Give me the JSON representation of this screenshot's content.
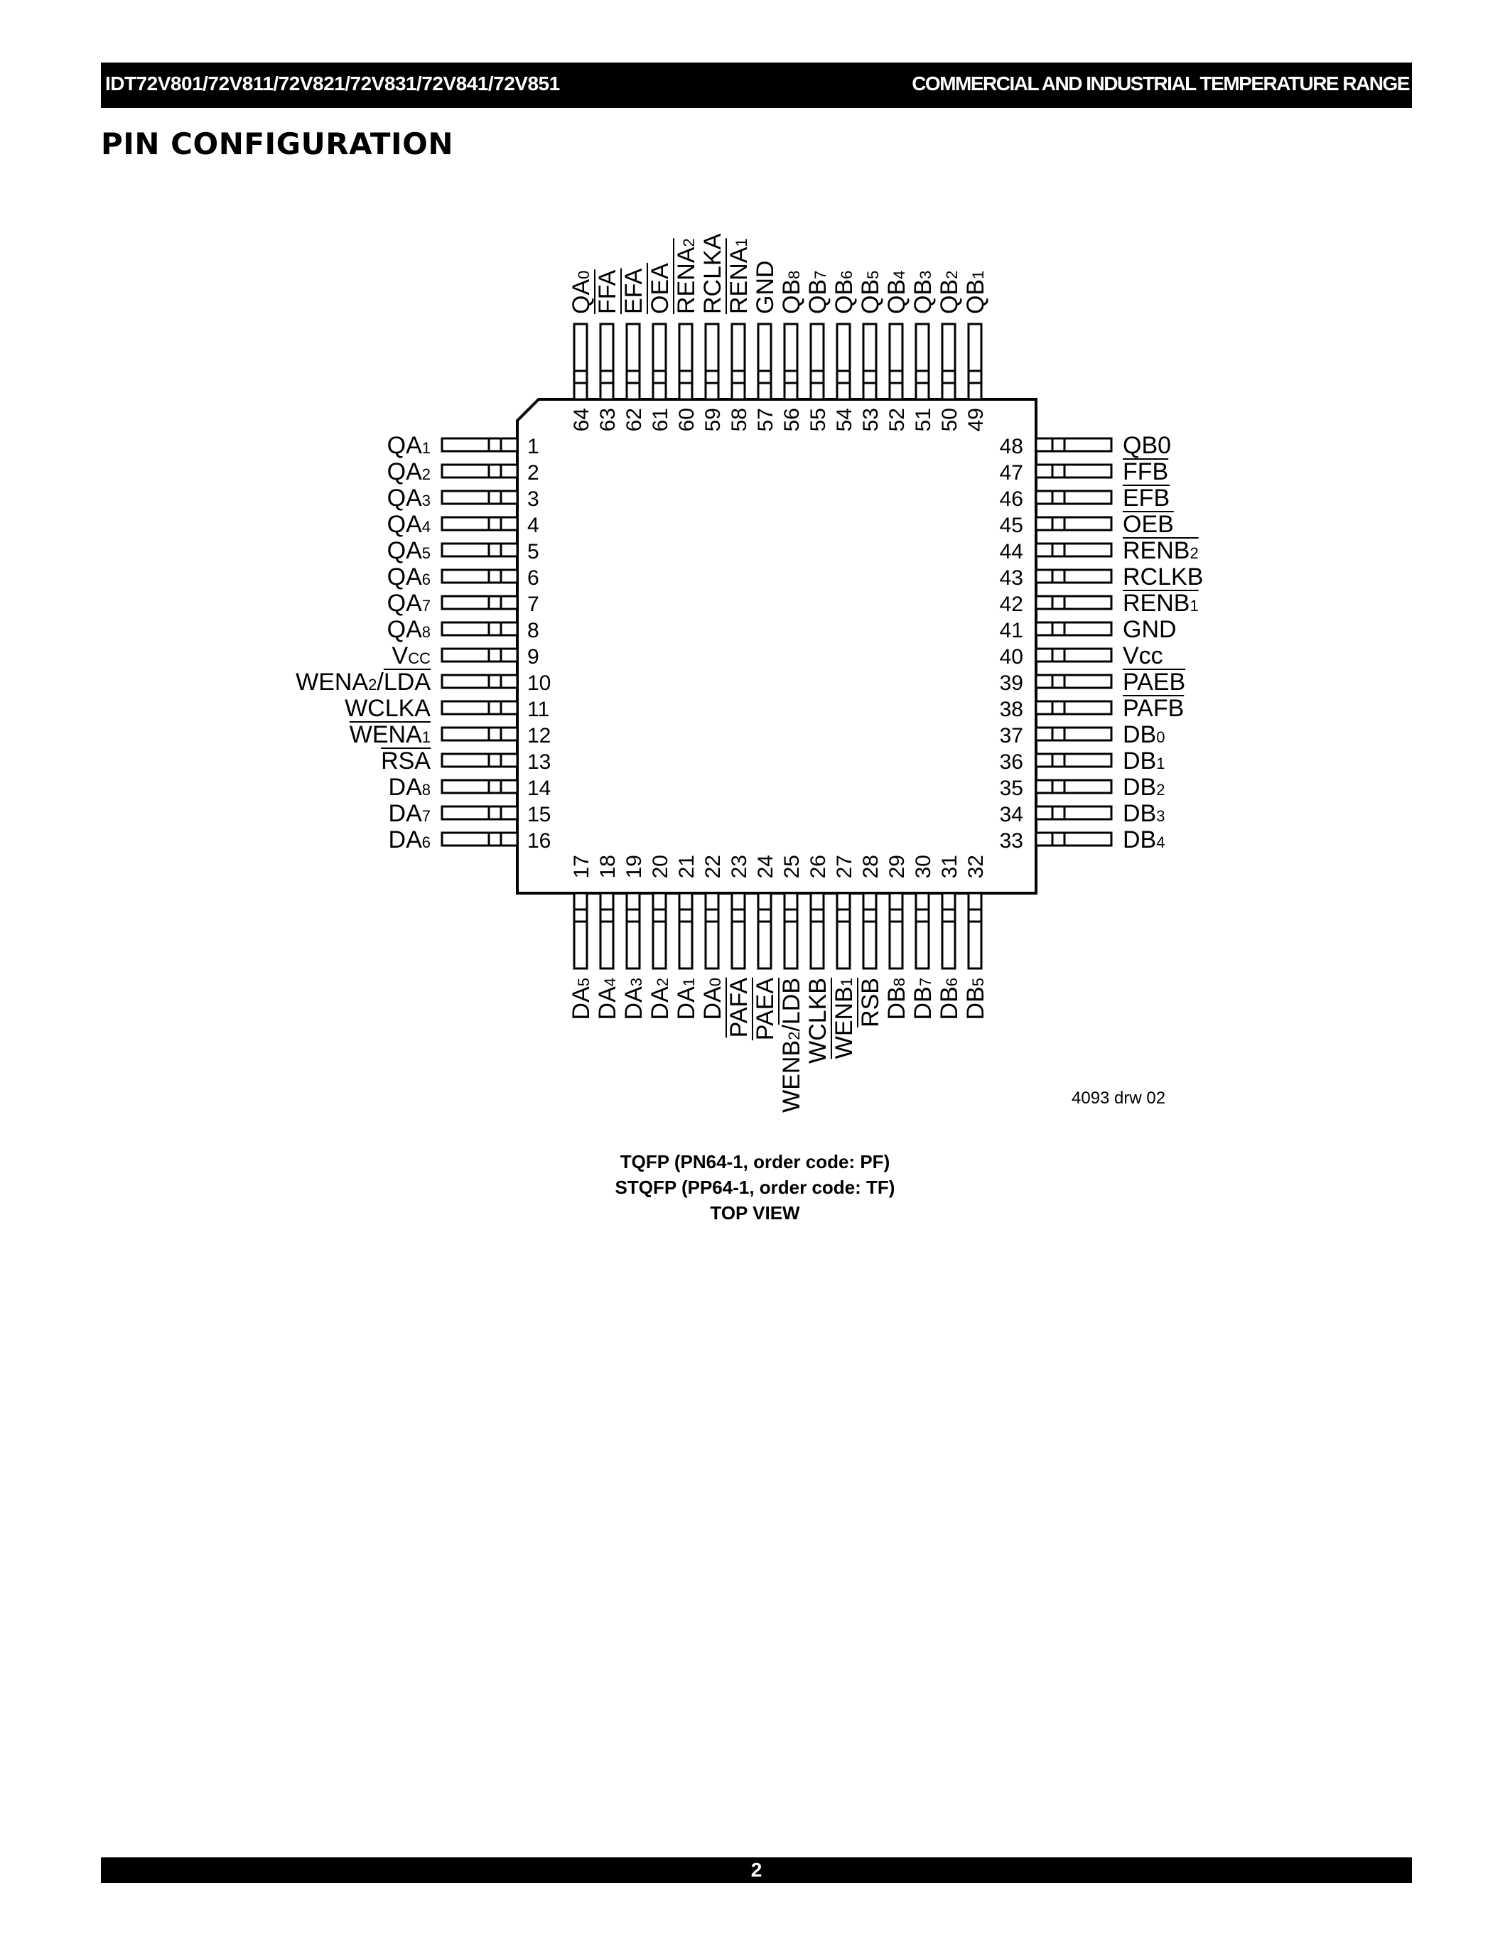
{
  "header": {
    "left": "IDT72V801/72V811/72V821/72V831/72V841/72V851",
    "right": "COMMERCIAL AND INDUSTRIAL TEMPERATURE RANGE"
  },
  "section_title": "PIN CONFIGURATION",
  "diagram": {
    "left_pins": [
      {
        "num": "1",
        "name": "QA",
        "sub": "1",
        "bar": false
      },
      {
        "num": "2",
        "name": "QA",
        "sub": "2",
        "bar": false
      },
      {
        "num": "3",
        "name": "QA",
        "sub": "3",
        "bar": false
      },
      {
        "num": "4",
        "name": "QA",
        "sub": "4",
        "bar": false
      },
      {
        "num": "5",
        "name": "QA",
        "sub": "5",
        "bar": false
      },
      {
        "num": "6",
        "name": "QA",
        "sub": "6",
        "bar": false
      },
      {
        "num": "7",
        "name": "QA",
        "sub": "7",
        "bar": false
      },
      {
        "num": "8",
        "name": "QA",
        "sub": "8",
        "bar": false
      },
      {
        "num": "9",
        "name": "V",
        "sub": "CC",
        "bar": false
      },
      {
        "num": "10",
        "name": "WENA",
        "sub": "2",
        "suffix": "/LDA",
        "bar": false,
        "suffix_bar": true
      },
      {
        "num": "11",
        "name": "WCLKA",
        "sub": "",
        "bar": false
      },
      {
        "num": "12",
        "name": "WENA",
        "sub": "1",
        "bar": true
      },
      {
        "num": "13",
        "name": "RSA",
        "sub": "",
        "bar": true
      },
      {
        "num": "14",
        "name": "DA",
        "sub": "8",
        "bar": false
      },
      {
        "num": "15",
        "name": "DA",
        "sub": "7",
        "bar": false
      },
      {
        "num": "16",
        "name": "DA",
        "sub": "6",
        "bar": false
      }
    ],
    "right_pins": [
      {
        "num": "48",
        "name": "QB0",
        "sub": "",
        "bar": false
      },
      {
        "num": "47",
        "name": "FFB",
        "sub": "",
        "bar": true
      },
      {
        "num": "46",
        "name": "EFB",
        "sub": "",
        "bar": true
      },
      {
        "num": "45",
        "name": "OEB",
        "sub": "",
        "bar": true
      },
      {
        "num": "44",
        "name": "RENB",
        "sub": "2",
        "bar": true
      },
      {
        "num": "43",
        "name": "RCLKB",
        "sub": "",
        "bar": false
      },
      {
        "num": "42",
        "name": "RENB",
        "sub": "1",
        "bar": true
      },
      {
        "num": "41",
        "name": "GND",
        "sub": "",
        "bar": false
      },
      {
        "num": "40",
        "name": "Vcc",
        "sub": "",
        "bar": false
      },
      {
        "num": "39",
        "name": "PAEB",
        "sub": "",
        "bar": true
      },
      {
        "num": "38",
        "name": "PAFB",
        "sub": "",
        "bar": true
      },
      {
        "num": "37",
        "name": "DB",
        "sub": "0",
        "bar": false
      },
      {
        "num": "36",
        "name": "DB",
        "sub": "1",
        "bar": false
      },
      {
        "num": "35",
        "name": "DB",
        "sub": "2",
        "bar": false
      },
      {
        "num": "34",
        "name": "DB",
        "sub": "3",
        "bar": false
      },
      {
        "num": "33",
        "name": "DB",
        "sub": "4",
        "bar": false
      }
    ],
    "top_pins": [
      {
        "num": "64",
        "name": "QA",
        "sub": "0",
        "bar": false
      },
      {
        "num": "63",
        "name": "FFA",
        "sub": "",
        "bar": true
      },
      {
        "num": "62",
        "name": "EFA",
        "sub": "",
        "bar": true
      },
      {
        "num": "61",
        "name": "OEA",
        "sub": "",
        "bar": true
      },
      {
        "num": "60",
        "name": "RENA",
        "sub": "2",
        "bar": true
      },
      {
        "num": "59",
        "name": "RCLKA",
        "sub": "",
        "bar": false
      },
      {
        "num": "58",
        "name": "RENA",
        "sub": "1",
        "bar": true
      },
      {
        "num": "57",
        "name": "GND",
        "sub": "",
        "bar": false
      },
      {
        "num": "56",
        "name": "QB",
        "sub": "8",
        "bar": false
      },
      {
        "num": "55",
        "name": "QB",
        "sub": "7",
        "bar": false
      },
      {
        "num": "54",
        "name": "QB",
        "sub": "6",
        "bar": false
      },
      {
        "num": "53",
        "name": "QB",
        "sub": "5",
        "bar": false
      },
      {
        "num": "52",
        "name": "QB",
        "sub": "4",
        "bar": false
      },
      {
        "num": "51",
        "name": "QB",
        "sub": "3",
        "bar": false
      },
      {
        "num": "50",
        "name": "QB",
        "sub": "2",
        "bar": false
      },
      {
        "num": "49",
        "name": "QB",
        "sub": "1",
        "bar": false
      }
    ],
    "bottom_pins": [
      {
        "num": "17",
        "name": "DA",
        "sub": "5",
        "bar": false
      },
      {
        "num": "18",
        "name": "DA",
        "sub": "4",
        "bar": false
      },
      {
        "num": "19",
        "name": "DA",
        "sub": "3",
        "bar": false
      },
      {
        "num": "20",
        "name": "DA",
        "sub": "2",
        "bar": false
      },
      {
        "num": "21",
        "name": "DA",
        "sub": "1",
        "bar": false
      },
      {
        "num": "22",
        "name": "DA",
        "sub": "0",
        "bar": false
      },
      {
        "num": "23",
        "name": "PAFA",
        "sub": "",
        "bar": true
      },
      {
        "num": "24",
        "name": "PAEA",
        "sub": "",
        "bar": true
      },
      {
        "num": "25",
        "name": "WENB",
        "sub": "2",
        "suffix": "/LDB",
        "bar": false,
        "suffix_bar": true
      },
      {
        "num": "26",
        "name": "WCLKB",
        "sub": "",
        "bar": false
      },
      {
        "num": "27",
        "name": "WENB",
        "sub": "1",
        "bar": true
      },
      {
        "num": "28",
        "name": "RSB",
        "sub": "",
        "bar": true
      },
      {
        "num": "29",
        "name": "DB",
        "sub": "8",
        "bar": false
      },
      {
        "num": "30",
        "name": "DB",
        "sub": "7",
        "bar": false
      },
      {
        "num": "31",
        "name": "DB",
        "sub": "6",
        "bar": false
      },
      {
        "num": "32",
        "name": "DB",
        "sub": "5",
        "bar": false
      }
    ]
  },
  "drawing_id": "4093 drw 02",
  "caption": {
    "line1": "TQFP  (PN64-1, order code:  PF)",
    "line2": "STQFP (PP64-1, order code:  TF)",
    "line3": "TOP VIEW"
  },
  "footer": {
    "page": "2"
  }
}
